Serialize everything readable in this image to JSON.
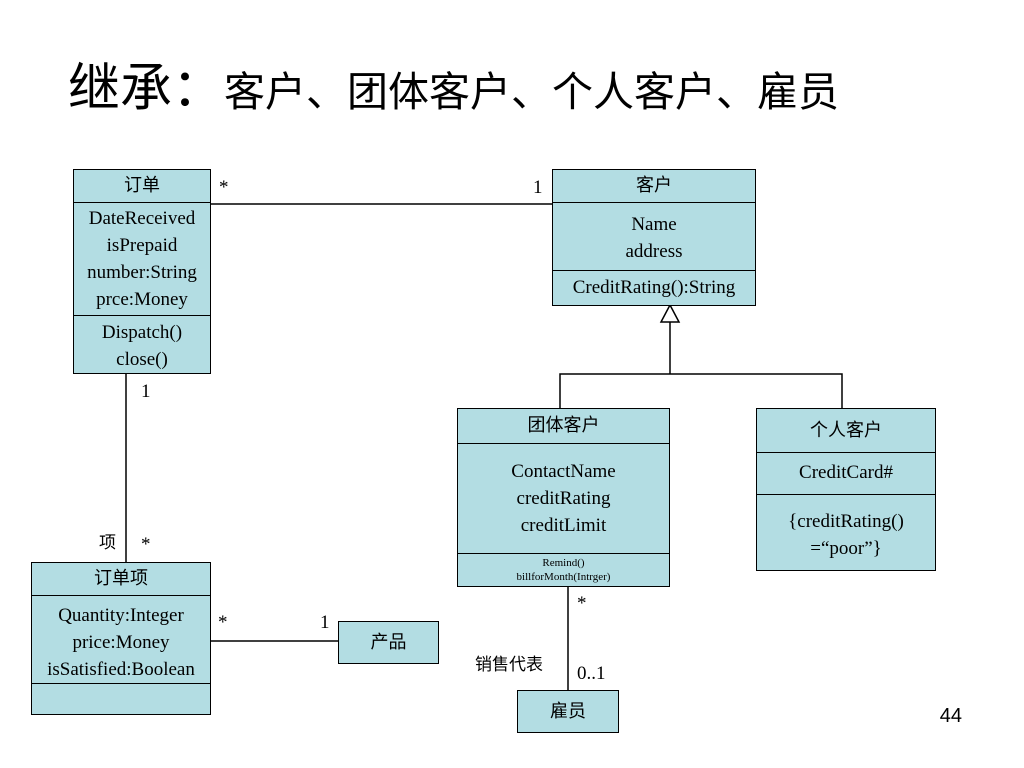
{
  "title": {
    "main": "继承：",
    "rest": "客户、团体客户、个人客户、雇员"
  },
  "classes": {
    "order": {
      "name": "订单",
      "attributes": [
        "DateReceived",
        "isPrepaid",
        "number:String",
        "prce:Money"
      ],
      "operations": [
        "Dispatch()",
        "close()"
      ]
    },
    "customer": {
      "name": "客户",
      "attributes": [
        "Name",
        "address"
      ],
      "operations": [
        "CreditRating():String"
      ]
    },
    "corporate_customer": {
      "name": "团体客户",
      "attributes": [
        "ContactName",
        "creditRating",
        "creditLimit"
      ],
      "operations": [
        "Remind()",
        "billforMonth(Intrger)"
      ]
    },
    "personal_customer": {
      "name": "个人客户",
      "attributes": [
        "CreditCard#"
      ],
      "operations": [
        "{creditRating()",
        "=“poor”}"
      ]
    },
    "order_line": {
      "name": "订单项",
      "attributes": [
        "Quantity:Integer",
        "price:Money",
        "isSatisfied:Boolean"
      ],
      "operations": []
    },
    "product": {
      "name": "产品"
    },
    "employee": {
      "name": "雇员"
    }
  },
  "labels": {
    "order_customer_order_end": "*",
    "order_customer_customer_end": "1",
    "order_orderline_order_end": "1",
    "order_orderline_role": "项",
    "order_orderline_line_end": "*",
    "orderline_product_line_end": "*",
    "orderline_product_product_end": "1",
    "corporate_employee_corporate_end": "*",
    "corporate_employee_role": "销售代表",
    "corporate_employee_employee_end": "0..1"
  },
  "page_number": "44"
}
